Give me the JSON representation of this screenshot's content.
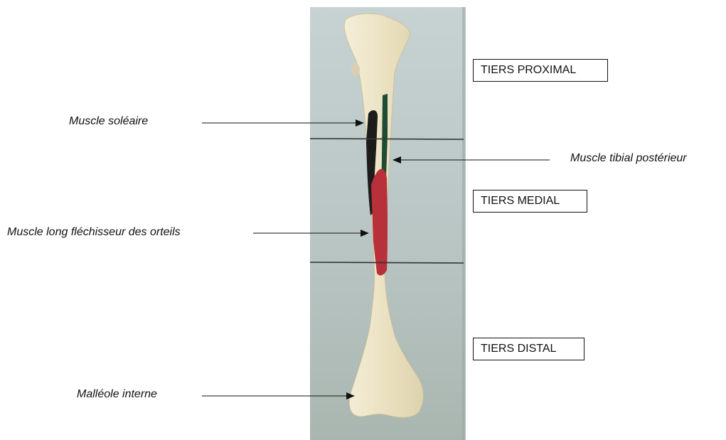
{
  "figure": {
    "labels": {
      "soleaire": "Muscle soléaire",
      "tibial_posterieur": "Muscle tibial postérieur",
      "long_flechisseur": "Muscle long fléchisseur des orteils",
      "malleole": "Malléole interne"
    },
    "regions": {
      "proximal": "TIERS PROXIMAL",
      "medial": "TIERS MEDIAL",
      "distal": "TIERS DISTAL"
    },
    "colors": {
      "soleaire_marking": "#1c1c1c",
      "tibial_posterieur_marking": "#1f4a35",
      "long_flechisseur_marking": "#b8303a",
      "bone": "#ece4c6",
      "photo_background": "#b9c5c4"
    }
  }
}
